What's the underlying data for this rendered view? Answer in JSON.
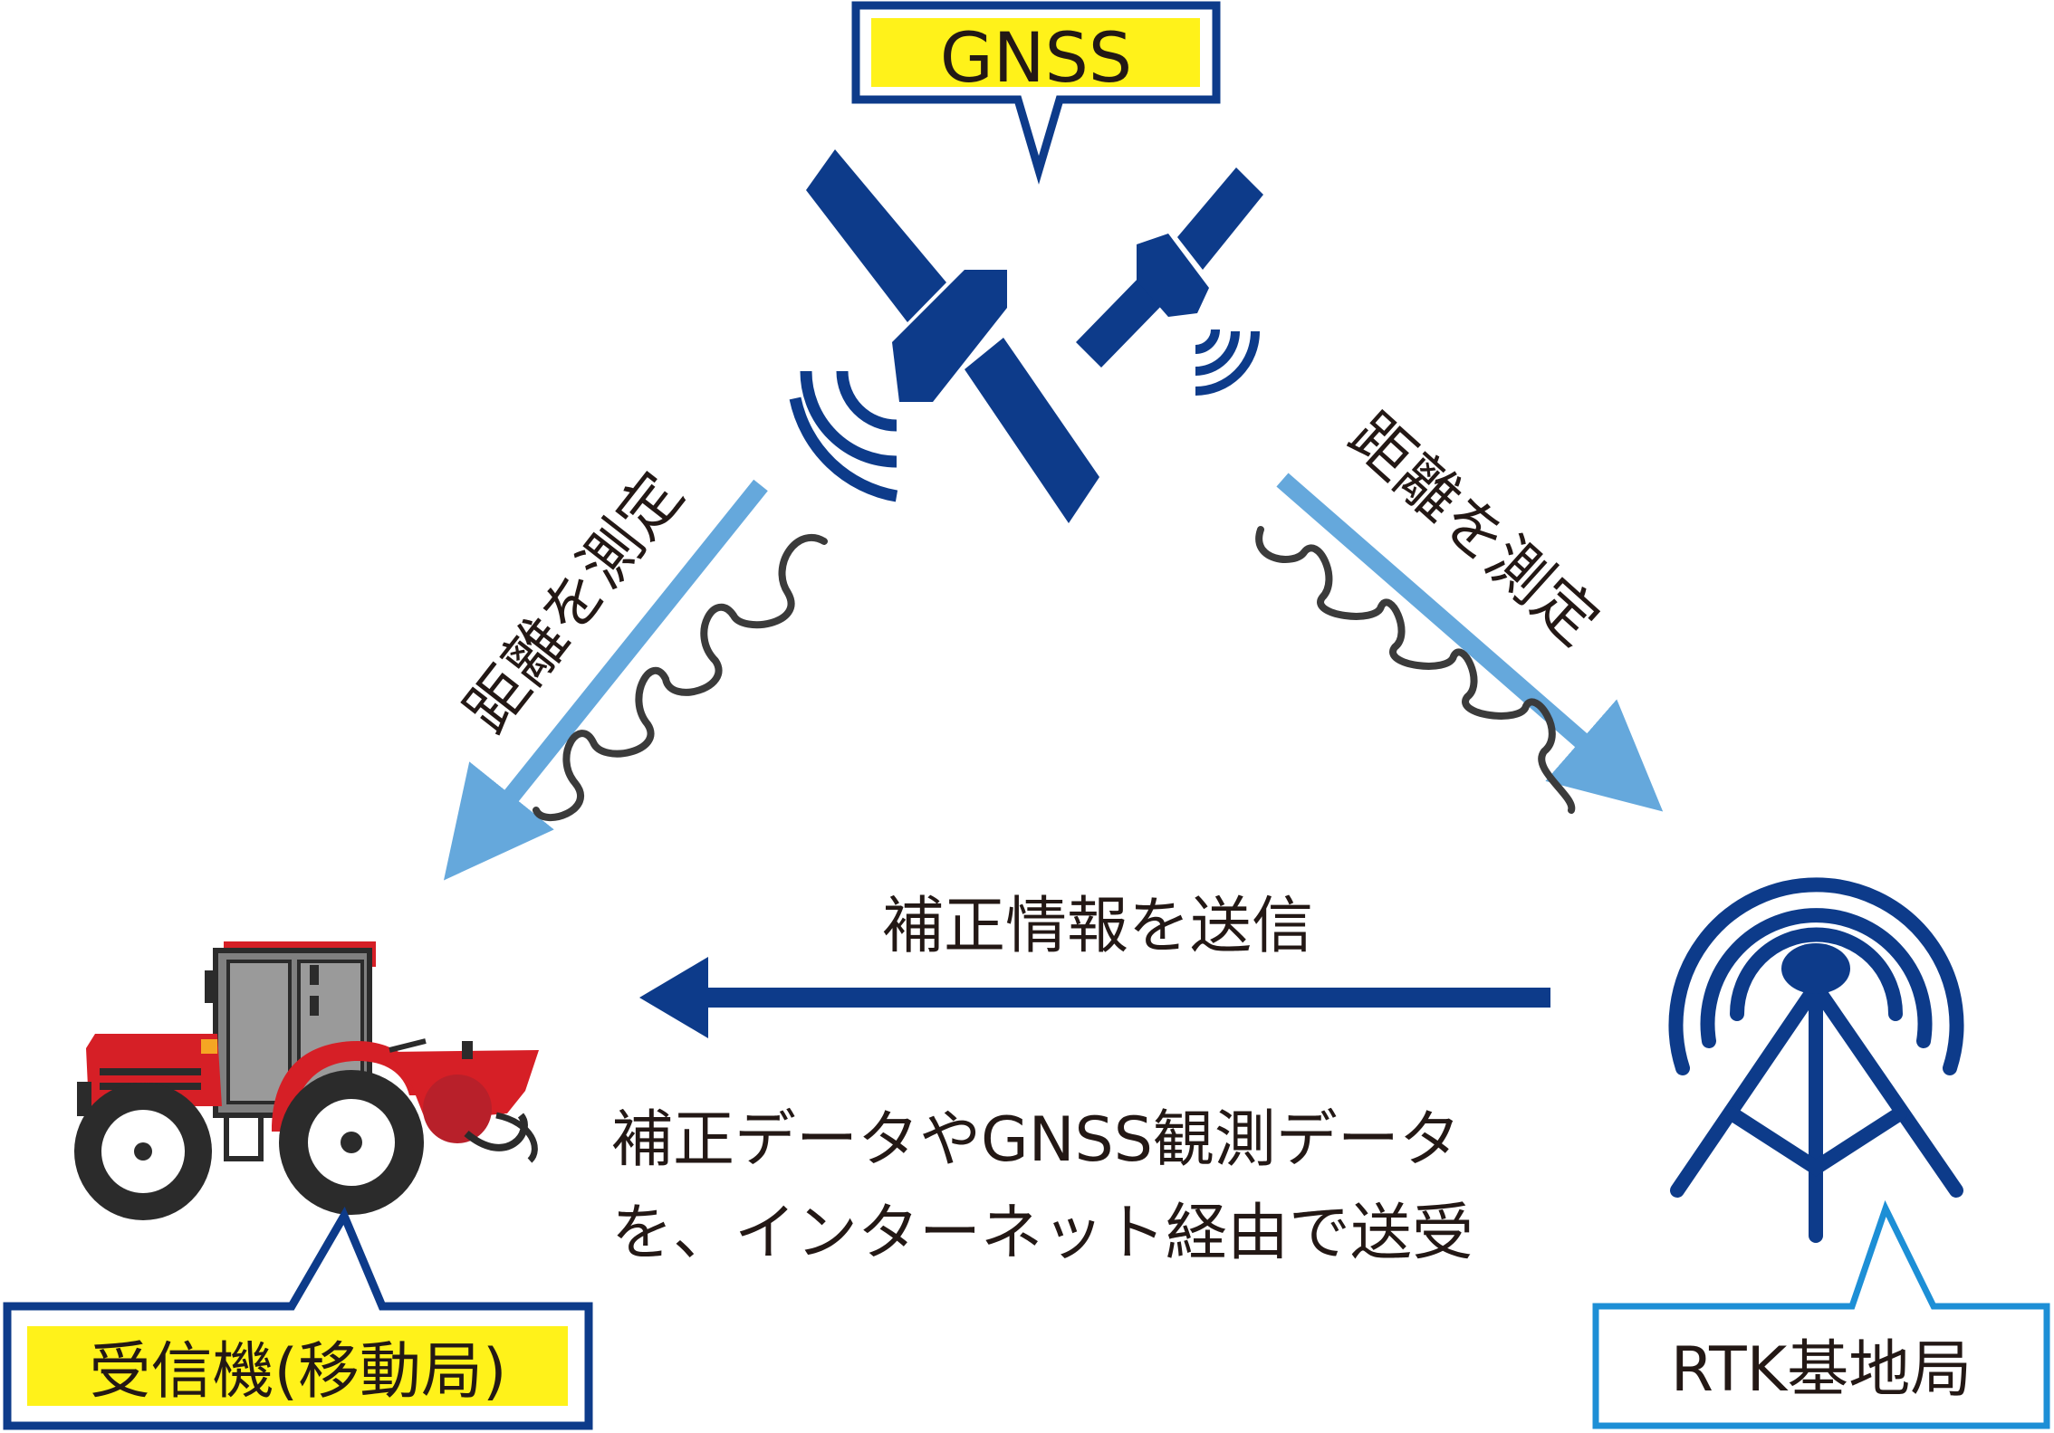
{
  "labels": {
    "gnss": "GNSS",
    "receiver": "受信機(移動局)",
    "base_station": "RTK基地局"
  },
  "edges": {
    "left_measure": "距離を測定",
    "right_measure": "距離を測定",
    "send_correction": "補正情報を送信",
    "note_line1": "補正データやGNSS観測データ",
    "note_line2": "を、インターネット経由で送受"
  },
  "colors": {
    "navy": "#0d3b8a",
    "light_blue": "#65a8dc",
    "outline_blue": "#1d8fd6",
    "highlight_yellow": "#fff21a",
    "tractor_red": "#d61f26",
    "wave_gray": "#3b3b3b"
  },
  "icons": [
    "satellite-icon",
    "signal-waves-icon",
    "tractor-icon",
    "radio-tower-icon"
  ]
}
